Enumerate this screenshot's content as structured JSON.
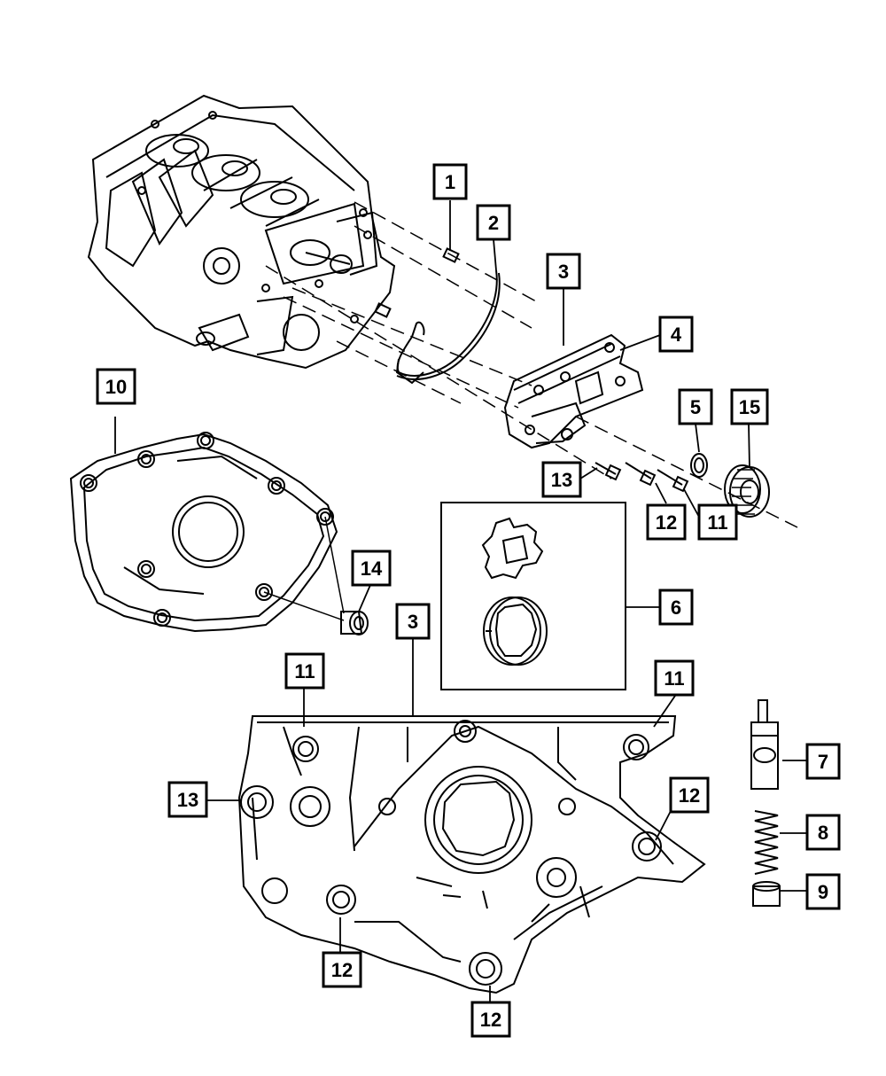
{
  "diagram": {
    "callouts": [
      {
        "id": "c-1",
        "label": "1"
      },
      {
        "id": "c-2",
        "label": "2"
      },
      {
        "id": "c-3a",
        "label": "3"
      },
      {
        "id": "c-4",
        "label": "4"
      },
      {
        "id": "c-5",
        "label": "5"
      },
      {
        "id": "c-15",
        "label": "15"
      },
      {
        "id": "c-10",
        "label": "10"
      },
      {
        "id": "c-13a",
        "label": "13"
      },
      {
        "id": "c-12a",
        "label": "12"
      },
      {
        "id": "c-11a",
        "label": "11"
      },
      {
        "id": "c-14",
        "label": "14"
      },
      {
        "id": "c-6",
        "label": "6"
      },
      {
        "id": "c-3b",
        "label": "3"
      },
      {
        "id": "c-11b",
        "label": "11"
      },
      {
        "id": "c-11c",
        "label": "11"
      },
      {
        "id": "c-7",
        "label": "7"
      },
      {
        "id": "c-13b",
        "label": "13"
      },
      {
        "id": "c-12b",
        "label": "12"
      },
      {
        "id": "c-8",
        "label": "8"
      },
      {
        "id": "c-9",
        "label": "9"
      },
      {
        "id": "c-12c",
        "label": "12"
      },
      {
        "id": "c-12d",
        "label": "12"
      }
    ]
  }
}
